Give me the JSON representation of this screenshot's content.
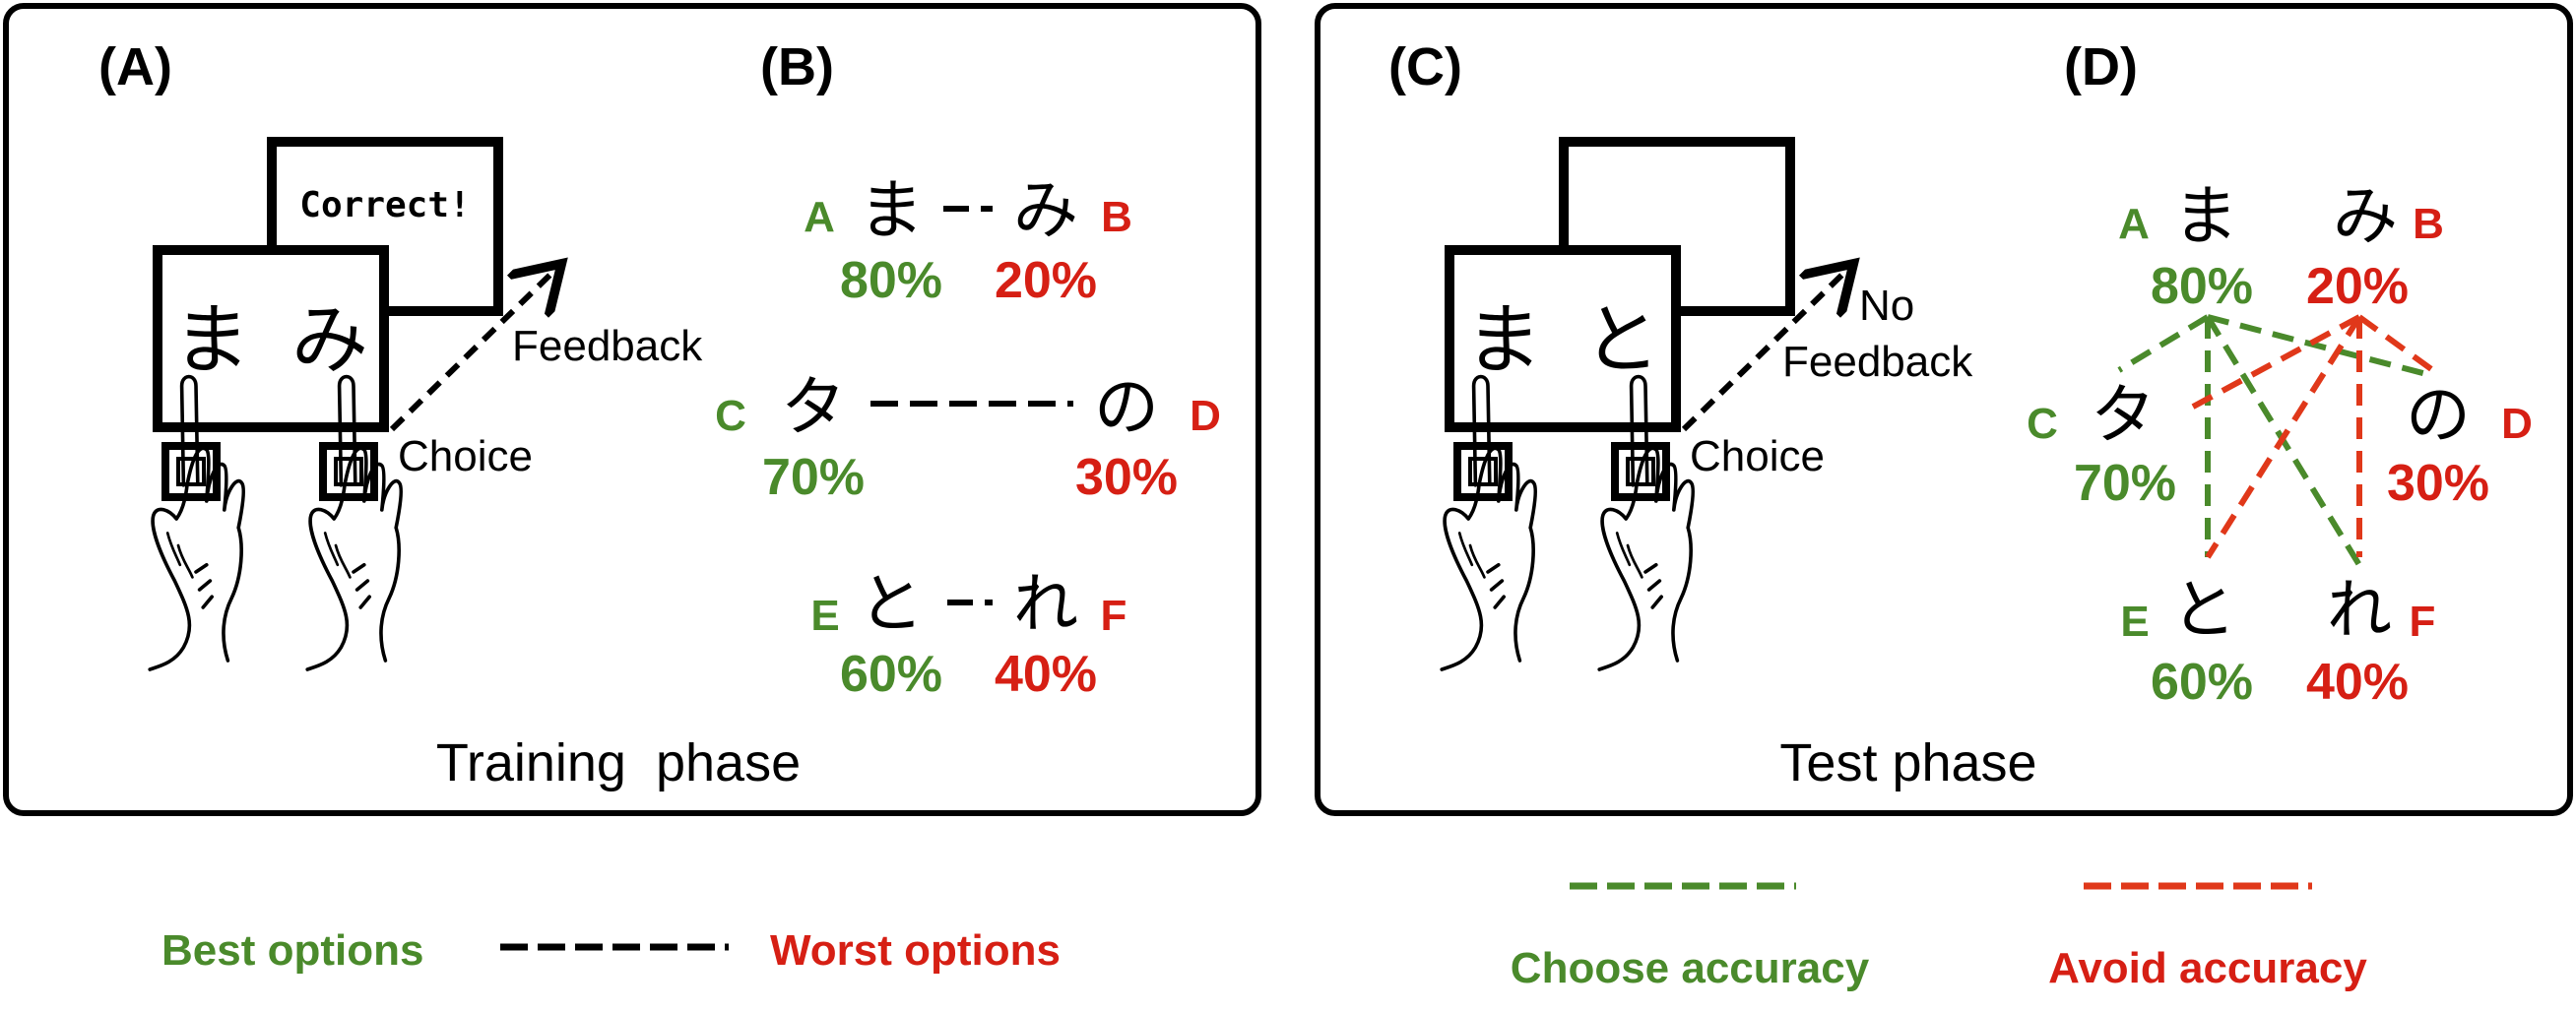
{
  "colors": {
    "green": "#4a8a2b",
    "red": "#d61f14",
    "choose_line": "#4a8a2b",
    "avoid_line": "#e0381a",
    "black": "#000000"
  },
  "training": {
    "panel_a_label": "(A)",
    "panel_b_label": "(B)",
    "phase_label": "Training  phase",
    "screen_back_text": "Correct!",
    "screen_front_chars": [
      "ま",
      "み"
    ],
    "arrow_label": "Feedback",
    "choice_label": "Choice",
    "pairs": [
      {
        "left_letter": "A",
        "left_char": "ま",
        "left_pct": "80%",
        "right_letter": "B",
        "right_char": "み",
        "right_pct": "20%"
      },
      {
        "left_letter": "C",
        "left_char": "タ",
        "left_pct": "70%",
        "right_letter": "D",
        "right_char": "の",
        "right_pct": "30%"
      },
      {
        "left_letter": "E",
        "left_char": "と",
        "left_pct": "60%",
        "right_letter": "F",
        "right_char": "れ",
        "right_pct": "40%"
      }
    ]
  },
  "test": {
    "panel_c_label": "(C)",
    "panel_d_label": "(D)",
    "phase_label": "Test phase",
    "screen_front_chars": [
      "ま",
      "と"
    ],
    "arrow_label_line1": "No",
    "arrow_label_line2": "Feedback",
    "choice_label": "Choice",
    "options": [
      {
        "letter": "A",
        "char": "ま",
        "pct": "80%",
        "group": "best"
      },
      {
        "letter": "B",
        "char": "み",
        "pct": "20%",
        "group": "worst"
      },
      {
        "letter": "C",
        "char": "タ",
        "pct": "70%",
        "group": "best"
      },
      {
        "letter": "D",
        "char": "の",
        "pct": "30%",
        "group": "worst"
      },
      {
        "letter": "E",
        "char": "と",
        "pct": "60%",
        "group": "best"
      },
      {
        "letter": "F",
        "char": "れ",
        "pct": "40%",
        "group": "worst"
      }
    ]
  },
  "legend": {
    "best_options": "Best options",
    "worst_options": "Worst options",
    "choose_accuracy": "Choose accuracy",
    "avoid_accuracy": "Avoid accuracy"
  }
}
